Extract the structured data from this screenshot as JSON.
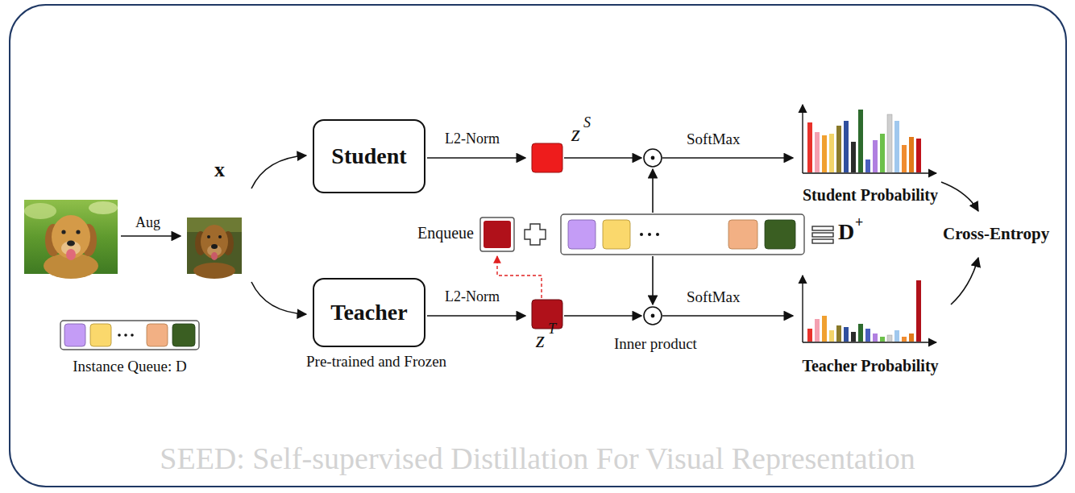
{
  "diagram": {
    "nodes": [
      {
        "text": [
          "Student"
        ]
      },
      {
        "text": [
          "Teacher"
        ]
      },
      {
        "text": [
          "Student Probability"
        ]
      },
      {
        "text": [
          "Teacher Probability"
        ]
      },
      {
        "text": [
          "Instance Queue: D"
        ]
      }
    ],
    "labels": [
      "Aug",
      "x",
      "L2-Norm",
      "z",
      "S",
      "SoftMax",
      "Enqueue",
      "D",
      "+",
      "L2-Norm",
      "z",
      "T",
      "SoftMax",
      "Inner product",
      "Pre-trained and Frozen",
      "Cross-Entropy",
      "SEED: Self-supervised Distillation For Visual Representation"
    ]
  }
}
